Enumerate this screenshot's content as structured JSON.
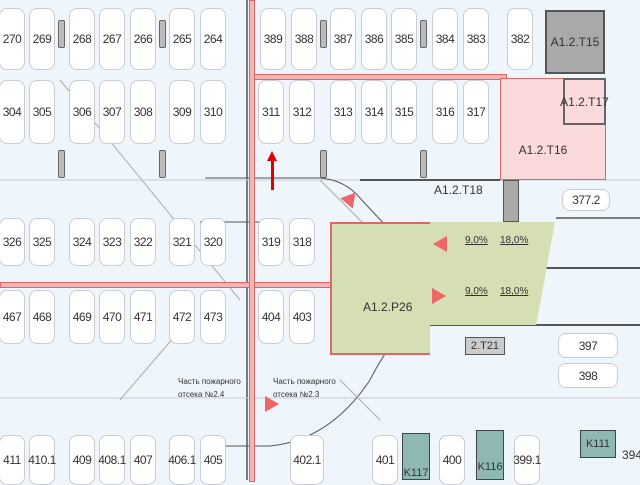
{
  "rows": {
    "top": [
      "270",
      "269",
      "268",
      "267",
      "266",
      "265",
      "264",
      "389",
      "388",
      "387",
      "386",
      "385",
      "384",
      "383",
      "382"
    ],
    "second": [
      "304",
      "305",
      "306",
      "307",
      "308",
      "309",
      "310",
      "311",
      "312",
      "313",
      "314",
      "315",
      "316",
      "317"
    ],
    "third": [
      "326",
      "325",
      "324",
      "323",
      "322",
      "321",
      "320",
      "319",
      "318"
    ],
    "fourth": [
      "467",
      "468",
      "469",
      "470",
      "471",
      "472",
      "473",
      "404",
      "403"
    ],
    "bottom": [
      "411",
      "410.1",
      "409",
      "408.1",
      "407",
      "406.1",
      "405",
      "402.1",
      "401",
      "400",
      "399.1"
    ]
  },
  "rooms": {
    "t15": "A1.2.T15",
    "t16": "A1.2.T16",
    "t17": "A1.2.T17",
    "t18": "A1.2.T18",
    "p26": "A1.2.P26",
    "t21": "2.T21",
    "k117": "K117",
    "k116": "K116",
    "k111": "K111",
    "s394": "394",
    "s377": "377.2",
    "s397": "397",
    "s398": "398"
  },
  "ramp": {
    "slope1a": "9,0%",
    "slope1b": "18,0%",
    "slope2a": "9,0%",
    "slope2b": "18,0%"
  },
  "fire": {
    "zone24_line1": "Часть пожарного",
    "zone24_line2": "отсека  №2.4",
    "zone23_line1": "Часть пожарного",
    "zone23_line2": "отсека  №2.3"
  },
  "colors": {
    "ramp": "#d6deb4",
    "technical": "#fadada",
    "utility": "#a9a9a9",
    "arrow": "#e00000"
  }
}
